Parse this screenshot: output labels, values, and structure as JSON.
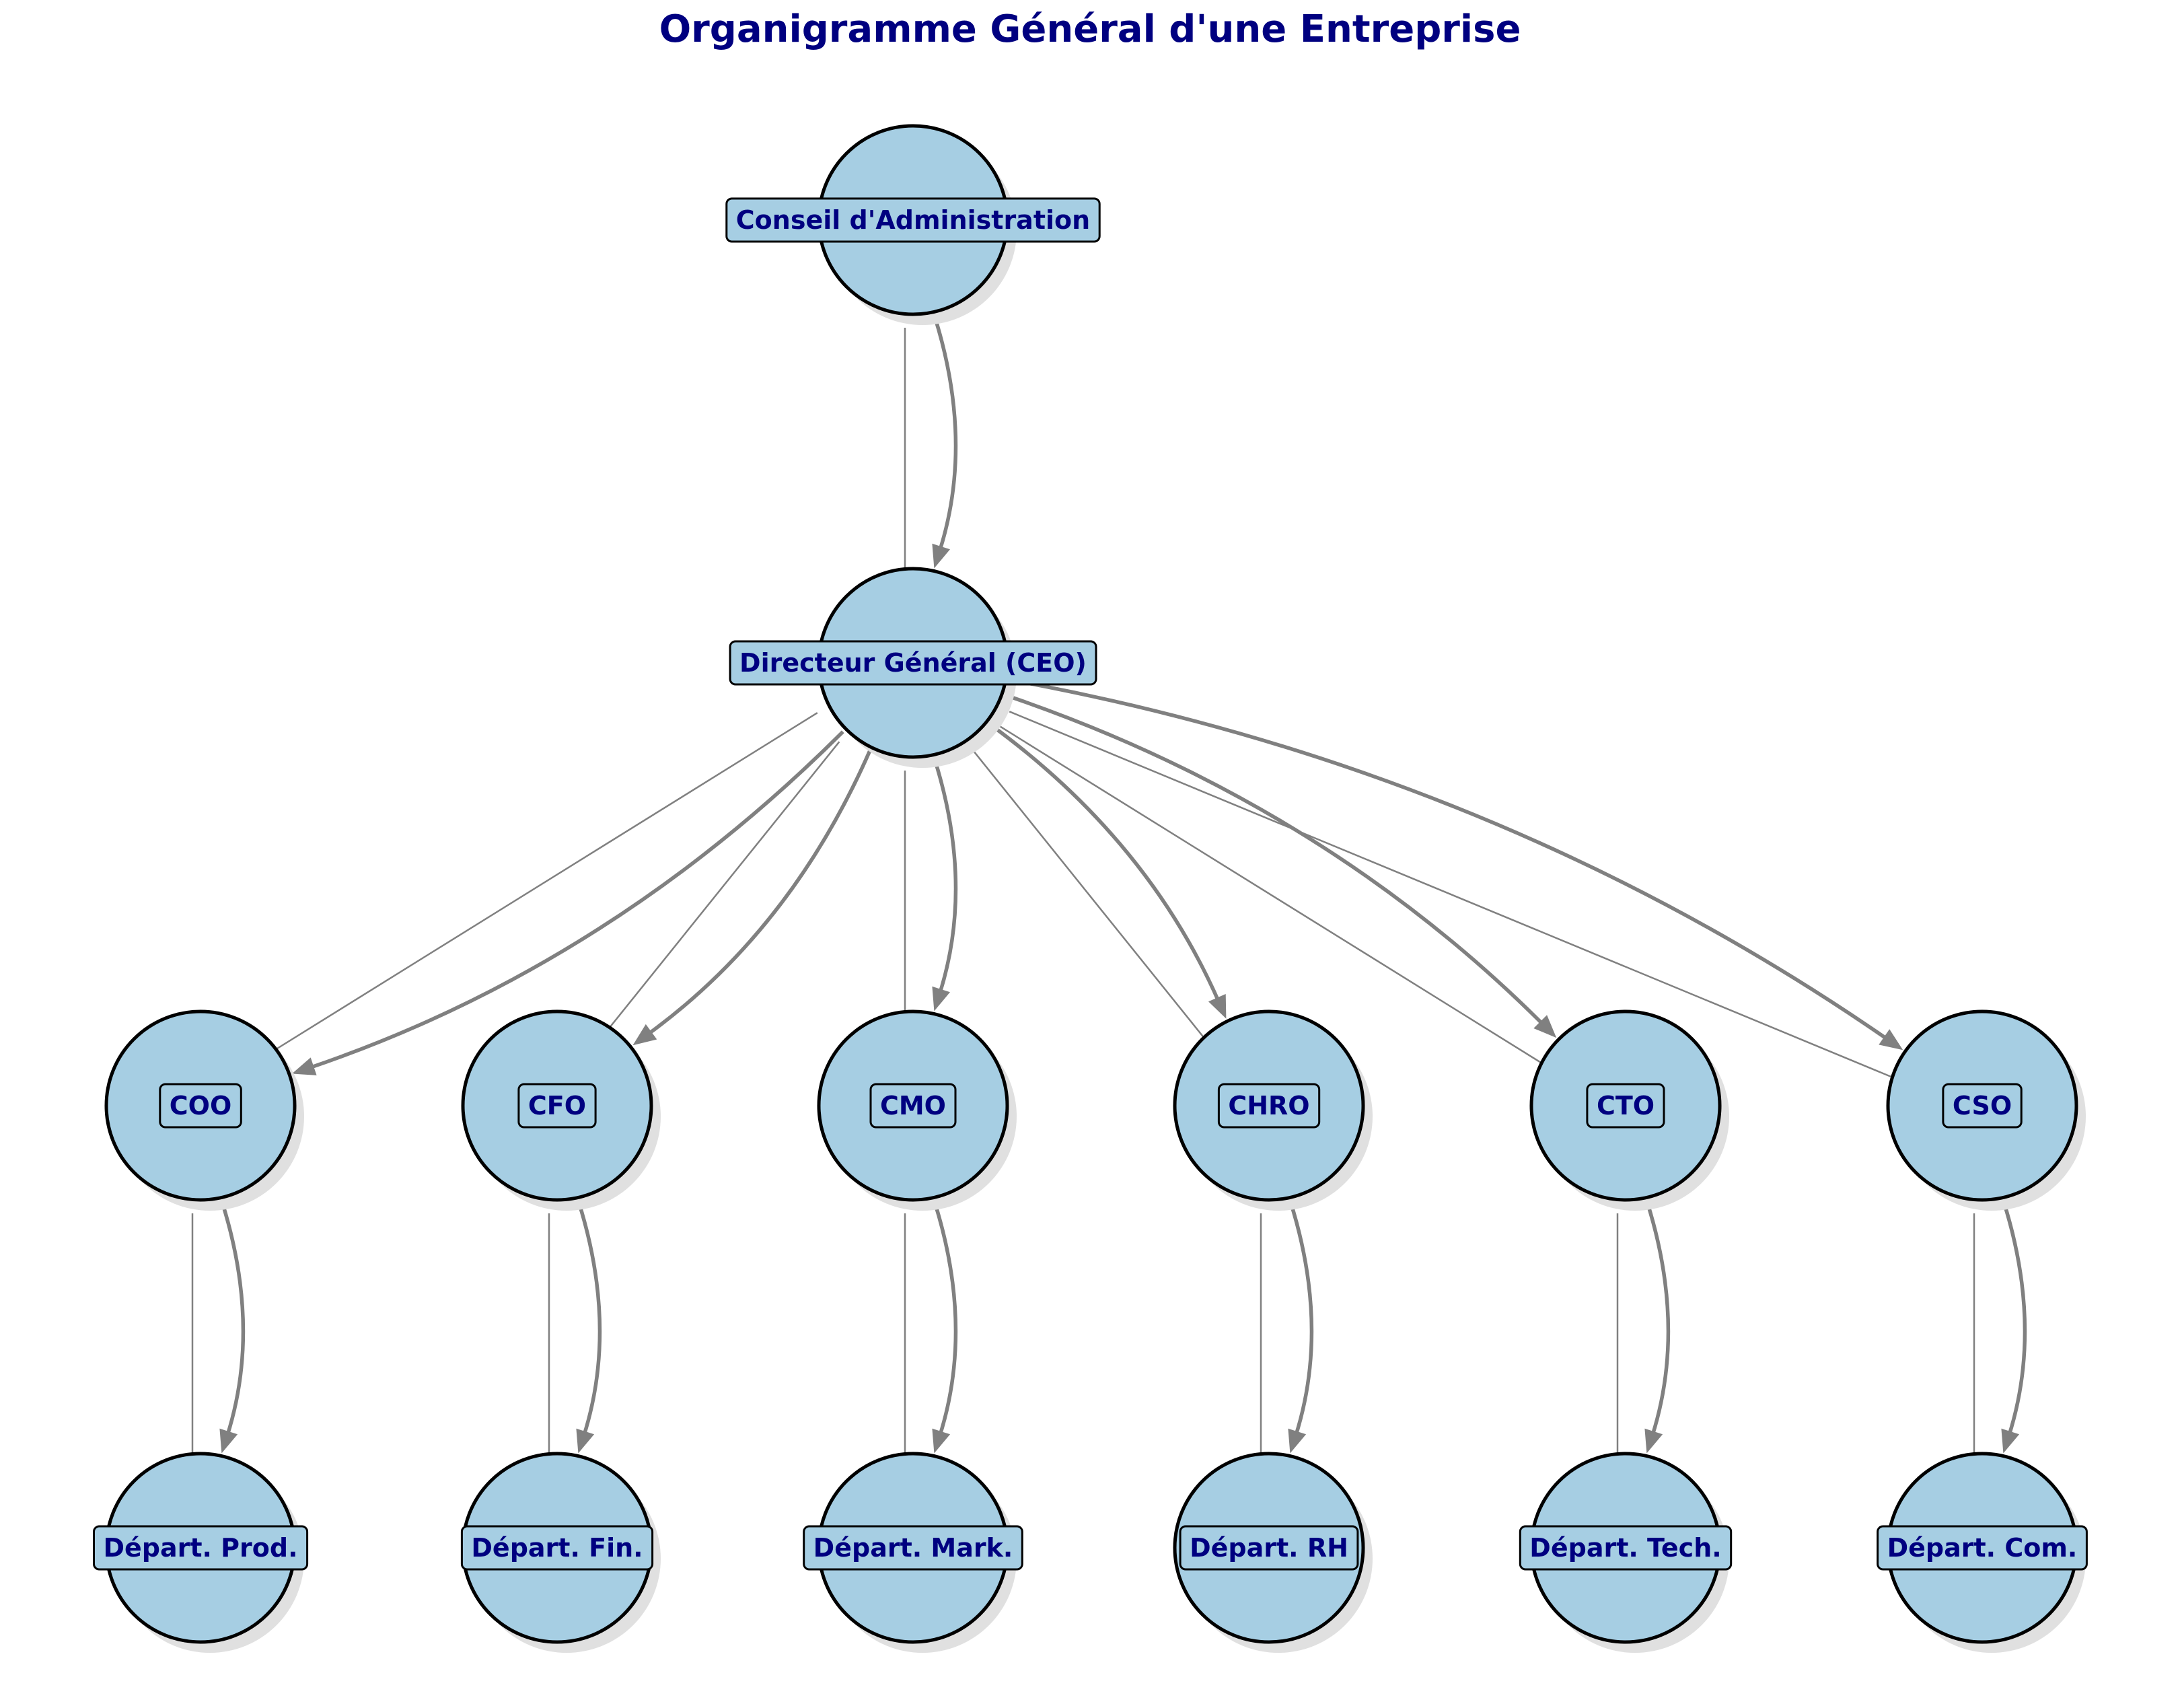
{
  "title": "Organigramme Général d'une Entreprise",
  "colors": {
    "node_fill": "#a6cee3",
    "node_stroke": "#000000",
    "label_text": "#000080",
    "title_text": "#000080",
    "edge": "#808080",
    "shadow": "#e0e0e0"
  },
  "nodes": [
    {
      "id": "board",
      "label": "Conseil d'Administration"
    },
    {
      "id": "ceo",
      "label": "Directeur Général (CEO)"
    },
    {
      "id": "coo",
      "label": "COO"
    },
    {
      "id": "cfo",
      "label": "CFO"
    },
    {
      "id": "cmo",
      "label": "CMO"
    },
    {
      "id": "chro",
      "label": "CHRO"
    },
    {
      "id": "cto",
      "label": "CTO"
    },
    {
      "id": "cso",
      "label": "CSO"
    },
    {
      "id": "dept-prod",
      "label": "Départ. Prod."
    },
    {
      "id": "dept-fin",
      "label": "Départ. Fin."
    },
    {
      "id": "dept-mark",
      "label": "Départ. Mark."
    },
    {
      "id": "dept-rh",
      "label": "Départ. RH"
    },
    {
      "id": "dept-tech",
      "label": "Départ. Tech."
    },
    {
      "id": "dept-com",
      "label": "Départ. Com."
    }
  ],
  "edges": [
    {
      "from": "board",
      "to": "ceo"
    },
    {
      "from": "ceo",
      "to": "coo"
    },
    {
      "from": "ceo",
      "to": "cfo"
    },
    {
      "from": "ceo",
      "to": "cmo"
    },
    {
      "from": "ceo",
      "to": "chro"
    },
    {
      "from": "ceo",
      "to": "cto"
    },
    {
      "from": "ceo",
      "to": "cso"
    },
    {
      "from": "coo",
      "to": "dept-prod"
    },
    {
      "from": "cfo",
      "to": "dept-fin"
    },
    {
      "from": "cmo",
      "to": "dept-mark"
    },
    {
      "from": "chro",
      "to": "dept-rh"
    },
    {
      "from": "cto",
      "to": "dept-tech"
    },
    {
      "from": "cso",
      "to": "dept-com"
    }
  ]
}
